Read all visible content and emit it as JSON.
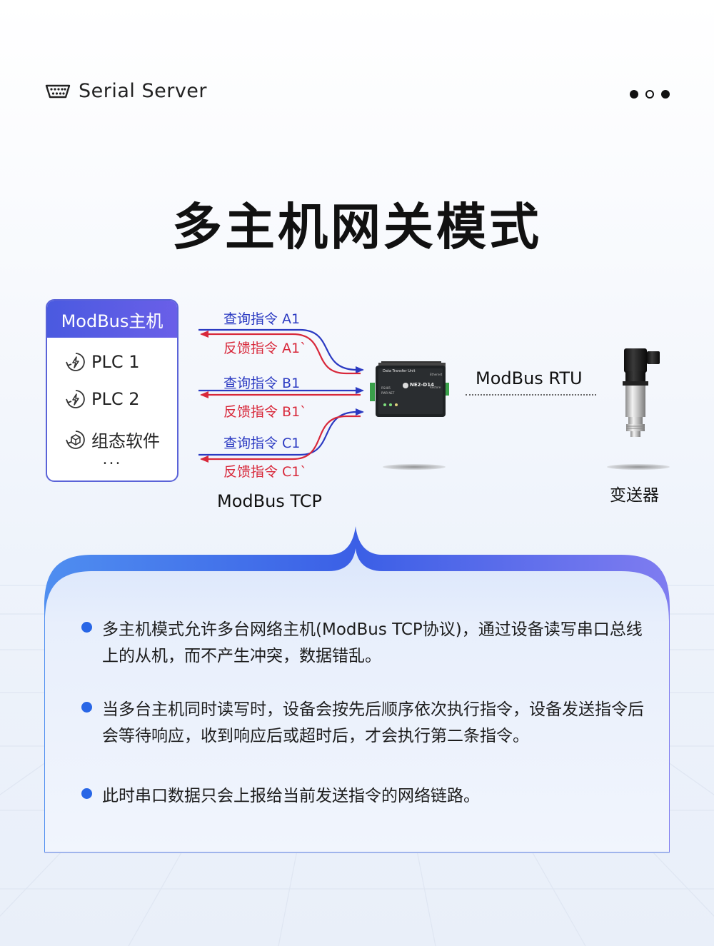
{
  "header": {
    "brand_icon": "serial-port-icon",
    "brand": "Serial Server",
    "pager_dots": [
      "filled",
      "hollow",
      "filled"
    ]
  },
  "title": "多主机网关模式",
  "master": {
    "title": "ModBus主机",
    "items": [
      {
        "icon": "plc-icon",
        "label": "PLC 1"
      },
      {
        "icon": "plc-icon",
        "label": "PLC 2"
      },
      {
        "icon": "software-icon",
        "label": "组态软件"
      }
    ],
    "more": "..."
  },
  "commands": [
    {
      "query": "查询指令 A1",
      "feedback": "反馈指令 A1`"
    },
    {
      "query": "查询指令 B1",
      "feedback": "反馈指令 B1`"
    },
    {
      "query": "查询指令 C1",
      "feedback": "反馈指令 C1`"
    }
  ],
  "protocols": {
    "tcp": "ModBus TCP",
    "rtu": "ModBus RTU"
  },
  "device": {
    "header": "Data Transfer Unit",
    "model": "NE2-D14"
  },
  "sensor": {
    "label": "变送器"
  },
  "colors": {
    "query": "#2b3ac2",
    "feedback": "#d8283a",
    "accent": "#2866e6",
    "master_header": "#4a5ae0"
  },
  "bullets": [
    "多主机模式允许多台网络主机(ModBus TCP协议)，通过设备读写串口总线上的从机，而不产生冲突，数据错乱。",
    "当多台主机同时读写时，设备会按先后顺序依次执行指令，设备发送指令后会等待响应，收到响应后或超时后，才会执行第二条指令。",
    "此时串口数据只会上报给当前发送指令的网络链路。"
  ]
}
